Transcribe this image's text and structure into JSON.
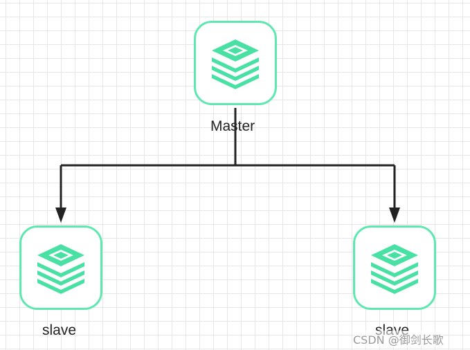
{
  "nodes": {
    "master": {
      "label": "Master",
      "icon": "redis-stack-icon"
    },
    "slave_left": {
      "label": "slave",
      "icon": "redis-stack-icon"
    },
    "slave_right": {
      "label": "slave",
      "icon": "redis-stack-icon"
    }
  },
  "watermark": "CSDN @御剑长歌",
  "colors": {
    "node_border": "#5ee8b0",
    "icon_fill": "#49e0a4",
    "connector": "#222222",
    "grid": "#e6e6e6"
  }
}
